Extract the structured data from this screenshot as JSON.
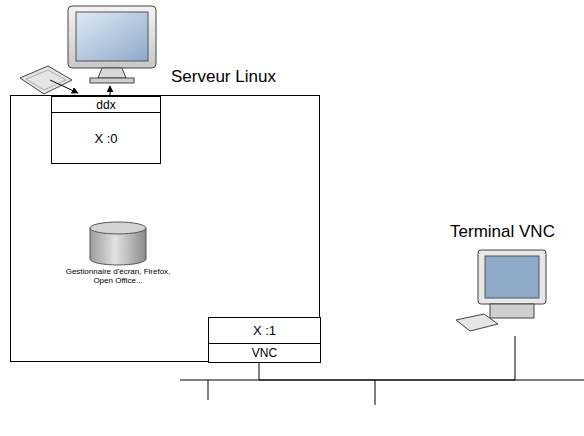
{
  "diagram": {
    "nodes": [
      {
        "text": [
          "Serveur Linux"
        ]
      },
      {
        "text": [
          "ddx"
        ],
        "in": 0
      },
      {
        "text": [
          "X :0"
        ],
        "in": 0
      },
      {
        "text": [
          "Gestionnaire d'écran, Firefox, Open Office..."
        ],
        "in": 0
      },
      {
        "text": [
          "X :1"
        ],
        "in": 0
      },
      {
        "text": [
          "VNC"
        ],
        "in": 0
      },
      {
        "text": [
          "Terminal VNC"
        ]
      }
    ],
    "edges": [
      {
        "from": 2,
        "to": 3,
        "arrow": "both"
      },
      {
        "from": 3,
        "to": 4,
        "arrow": "both"
      },
      {
        "from": 5,
        "to": 6,
        "arrow": "none"
      }
    ]
  }
}
